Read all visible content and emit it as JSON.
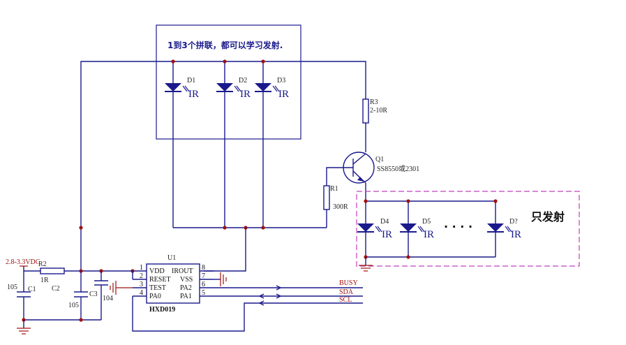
{
  "notes": {
    "parallel": "1到3个拼联，都可以学习发射.",
    "emit_only": "只发射",
    "dots": "· · · ·"
  },
  "components": {
    "d1": {
      "ref": "D1",
      "type": "IR"
    },
    "d2": {
      "ref": "D2",
      "type": "IR"
    },
    "d3": {
      "ref": "D3",
      "type": "IR"
    },
    "d4": {
      "ref": "D4",
      "type": "IR"
    },
    "d5": {
      "ref": "D5",
      "type": "IR"
    },
    "d7": {
      "ref": "D?",
      "type": "IR"
    },
    "r1": {
      "ref": "R1",
      "value": "300R"
    },
    "r2": {
      "ref": "R2",
      "value": "1R"
    },
    "r3": {
      "ref": "R3",
      "value": "2-10R"
    },
    "q1": {
      "ref": "Q1",
      "value": "SS8550或2301"
    },
    "c1": {
      "ref": "C1",
      "value": "105"
    },
    "c2": {
      "ref": "C2"
    },
    "c3": {
      "ref": "C3",
      "value": "105"
    },
    "c4": {
      "value": "104"
    },
    "supply": "2.8-3.3VDC",
    "u1": {
      "ref": "U1",
      "part": "HXD019",
      "left_pins": [
        {
          "num": "1",
          "name": "VDD"
        },
        {
          "num": "2",
          "name": "RESET"
        },
        {
          "num": "3",
          "name": "TEST"
        },
        {
          "num": "4",
          "name": "PA0"
        }
      ],
      "right_pins": [
        {
          "num": "8",
          "name": "IROUT"
        },
        {
          "num": "7",
          "name": "VSS"
        },
        {
          "num": "6",
          "name": "PA2"
        },
        {
          "num": "5",
          "name": "PA1"
        }
      ]
    }
  },
  "signals": {
    "busy": "BUSY",
    "sda": "SDA",
    "scl": "SCL"
  }
}
